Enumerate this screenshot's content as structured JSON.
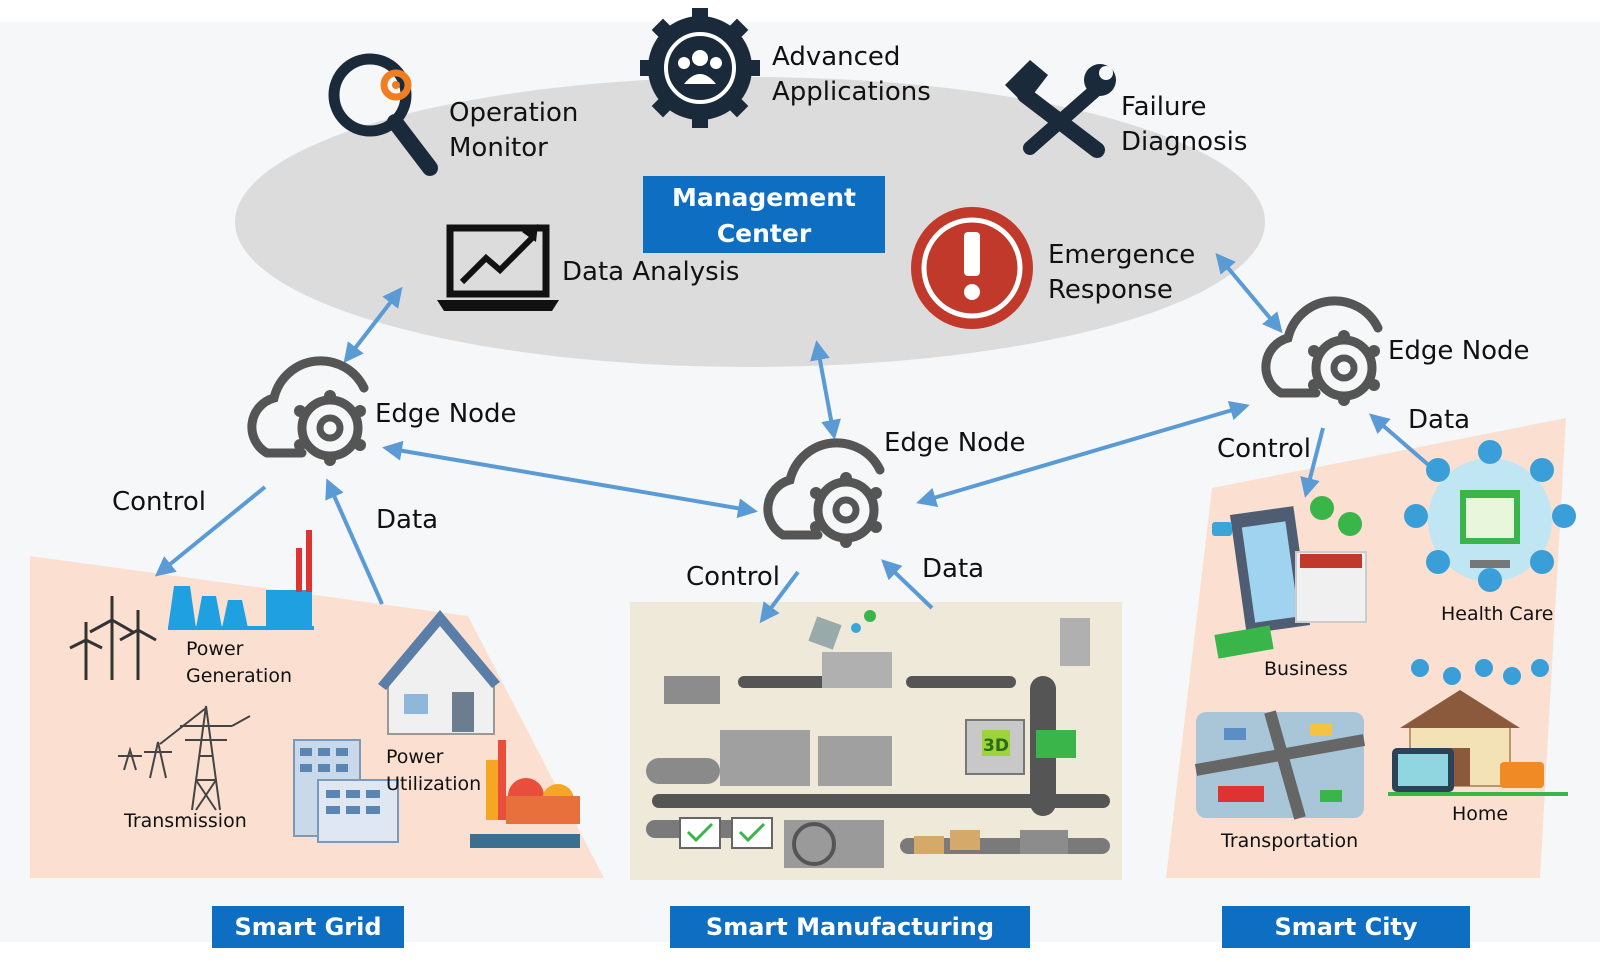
{
  "colors": {
    "accent_blue": "#0e6ec2",
    "arrow_blue": "#5b9bd5",
    "ellipse_gray": "#dcdcdc",
    "zone_peach": "#fbe0d2",
    "icon_dark": "#1b2a3a",
    "edge_icon_gray": "#555555",
    "alert_red": "#c0392b"
  },
  "management": {
    "title_line1": "Management",
    "title_line2": "Center",
    "operation_monitor": {
      "line1": "Operation",
      "line2": "Monitor",
      "icon": "magnifier-gear-icon"
    },
    "advanced_applications": {
      "line1": "Advanced",
      "line2": "Applications",
      "icon": "gear-users-icon"
    },
    "failure_diagnosis": {
      "line1": "Failure",
      "line2": "Diagnosis",
      "icon": "hammer-wrench-icon"
    },
    "data_analysis": {
      "label": "Data Analysis",
      "icon": "laptop-chart-icon"
    },
    "emergence_response": {
      "line1": "Emergence",
      "line2": "Response",
      "icon": "exclamation-icon"
    }
  },
  "edge_nodes": {
    "left": "Edge Node",
    "center": "Edge Node",
    "right": "Edge Node"
  },
  "flows": {
    "control": "Control",
    "data": "Data"
  },
  "smart_grid": {
    "title": "Smart Grid",
    "power_generation": {
      "line1": "Power",
      "line2": "Generation"
    },
    "transmission": "Transmission",
    "power_utilization": {
      "line1": "Power",
      "line2": "Utilization"
    }
  },
  "smart_manufacturing": {
    "title": "Smart Manufacturing",
    "badge_3d": "3D"
  },
  "smart_city": {
    "title": "Smart City",
    "business": "Business",
    "health_care": "Health Care",
    "transportation": "Transportation",
    "home": "Home"
  }
}
